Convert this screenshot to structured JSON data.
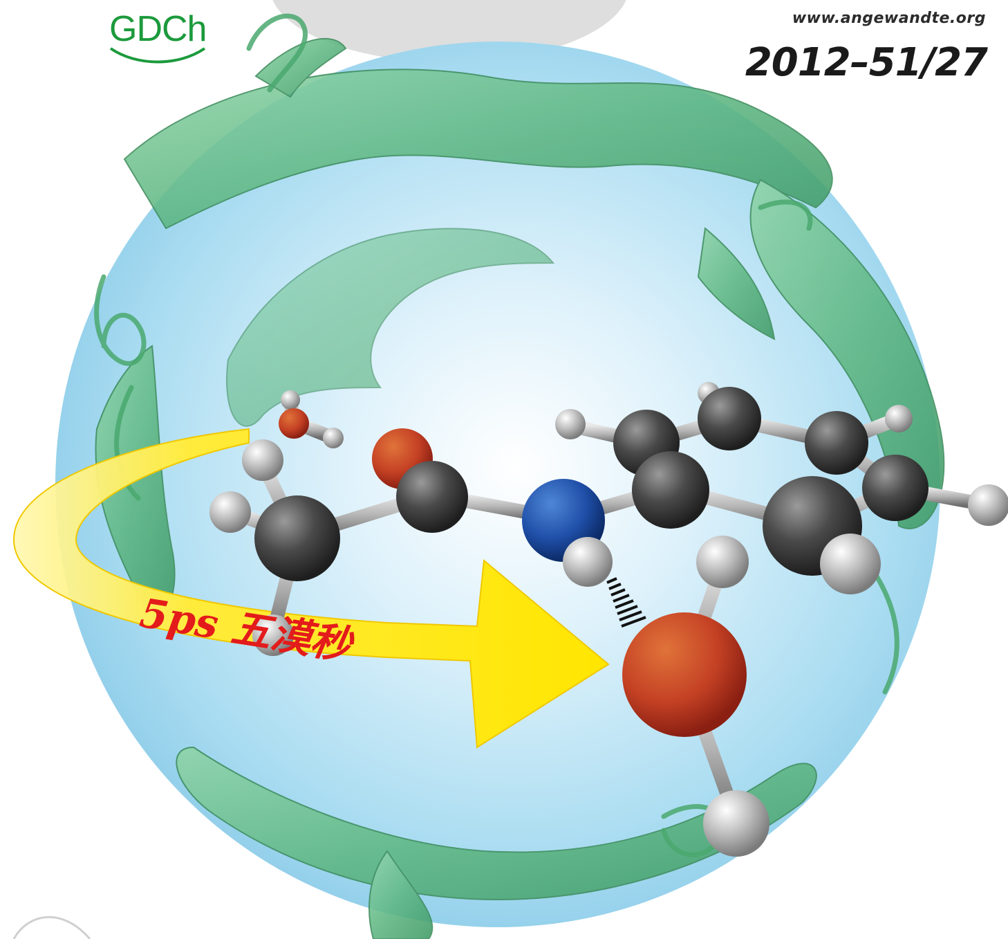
{
  "masthead": {
    "publisher_logo": "GDCh",
    "website": "www.angewandte.org",
    "issue": "2012–51/27"
  },
  "illustration": {
    "arrow_label": "5ps 五漠秒"
  },
  "colors": {
    "sphere": "#a9dcf1",
    "protein_ribbon": "#6cc08e",
    "arrow": "#ffe600",
    "label_red": "#e31b1b",
    "carbon": "#4a4a4a",
    "hydrogen": "#bdbdbd",
    "oxygen": "#c0392b",
    "nitrogen": "#1f4fa8",
    "logo_green": "#1c9a3c"
  }
}
